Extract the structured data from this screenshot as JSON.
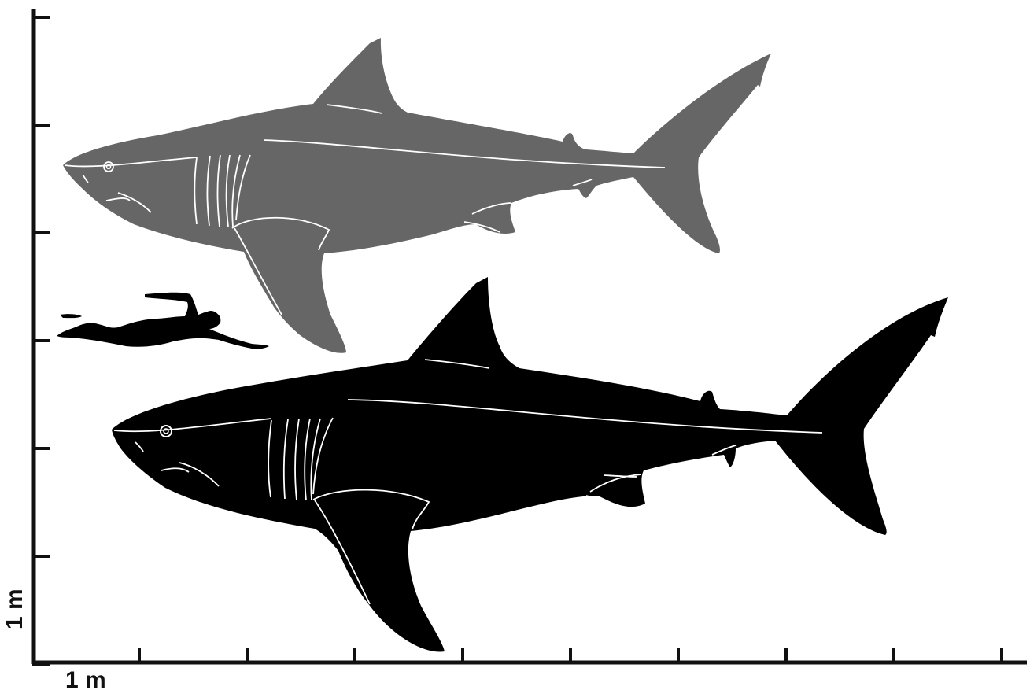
{
  "scale_bar": {
    "x_label": "1 m",
    "y_label": "1 m",
    "x_ticks": 9,
    "y_ticks": 6,
    "unit_m": 1
  },
  "figures": [
    {
      "name": "upper-shark",
      "color": "#666666"
    },
    {
      "name": "lower-shark",
      "color": "#000000"
    },
    {
      "name": "swimmer-silhouette",
      "color": "#000000"
    }
  ],
  "colors": {
    "axis": "#111111",
    "detail_lines": "#ffffff",
    "background": "#ffffff"
  }
}
